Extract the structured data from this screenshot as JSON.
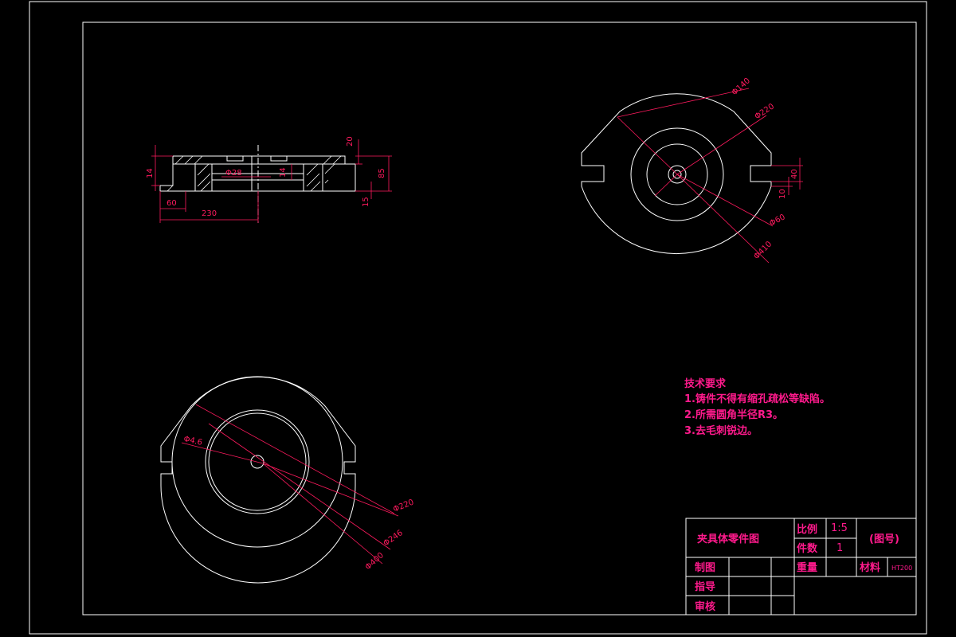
{
  "colors": {
    "background": "#000000",
    "line": "#ffffff",
    "dimension": "#ff1a5e",
    "label": "#ff1a8c"
  },
  "section_view": {
    "dims": {
      "d28": "Φ28",
      "h20": "20",
      "h14_left": "14",
      "h14_mid": "14",
      "h85": "85",
      "h15": "15",
      "w60": "60",
      "w230": "230"
    }
  },
  "top_view": {
    "dims": {
      "d140": "Φ140",
      "d220": "Φ220",
      "d60": "Φ60",
      "d410": "Φ410",
      "w40": "40",
      "w10": "10"
    }
  },
  "bottom_view": {
    "dims": {
      "d4_6": "Φ4.6",
      "d220": "Φ220",
      "d246": "Φ246",
      "d400": "Φ400"
    }
  },
  "technical_requirements": {
    "title": "技术要求",
    "items": [
      "1.铸件不得有缩孔疏松等缺陷。",
      "2.所需圆角半径R3。",
      "3.去毛刺锐边。"
    ]
  },
  "title_block": {
    "drawing_name": "夹具体零件图",
    "scale_label": "比例",
    "scale_value": "1:5",
    "count_label": "件数",
    "count_value": "1",
    "drawing_no": "(图号)",
    "weight_label": "重量",
    "material_label": "材料",
    "material_value": "HT200",
    "drawn_by": "制图",
    "guided_by": "指导",
    "reviewed_by": "审核"
  }
}
